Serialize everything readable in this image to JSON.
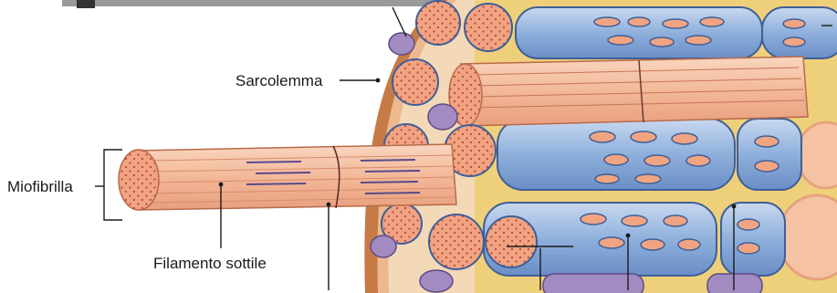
{
  "labels": {
    "sarcolemma": "Sarcolemma",
    "myofibril": "Miofibrilla",
    "thin_filament": "Filamento sottile"
  },
  "colors": {
    "fiber_orange": "#f0a482",
    "fiber_light": "#f7c9ad",
    "reticulum_blue": "#7d9fd0",
    "reticulum_light": "#b9cdea",
    "t_tubule_yellow": "#f2d45a",
    "sarcolemma_brown": "#c67a45",
    "mitochondria_purple": "#a28bc0",
    "leader_line": "#1a1a1a"
  }
}
